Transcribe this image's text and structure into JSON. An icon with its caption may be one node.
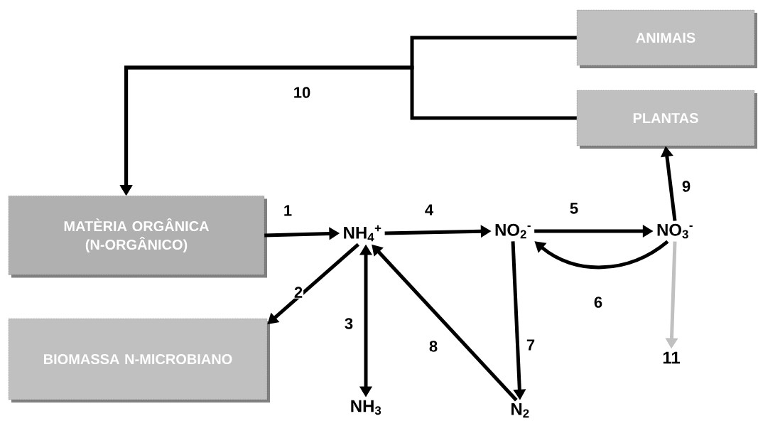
{
  "diagram": {
    "nodes": [
      {
        "text": [
          "ANIMAIS"
        ]
      },
      {
        "text": [
          "PLANTAS"
        ]
      },
      {
        "text": [
          "MATÈRIA ORGÂNICA (N-ORGÂNICO)"
        ]
      },
      {
        "text": [
          "NH$_{4}$$^{+}$"
        ]
      },
      {
        "text": [
          "NO$_{2}$$^{-}$"
        ]
      },
      {
        "text": [
          "NO$_{3}$$^{-}$"
        ]
      },
      {
        "text": [
          "BIOMASSA N-MICROBIANO"
        ]
      },
      {
        "text": [
          "11"
        ]
      },
      {
        "text": [
          "NH$_{3}$"
        ]
      },
      {
        "text": [
          "N$_{2}$"
        ]
      }
    ],
    "edges": [
      {
        "from": 2,
        "to": 3,
        "arrow": "to",
        "label": "1"
      },
      {
        "from": 3,
        "to": 6,
        "arrow": "to",
        "label": "2"
      },
      {
        "from": 3,
        "to": 8,
        "arrow": "both",
        "label": "3"
      },
      {
        "from": 3,
        "to": 4,
        "arrow": "to",
        "label": "4"
      },
      {
        "from": 4,
        "to": 5,
        "arrow": "to",
        "label": "5"
      },
      {
        "from": 5,
        "to": 4,
        "arrow": "to",
        "label": "6"
      },
      {
        "from": 4,
        "to": 9,
        "arrow": "to",
        "label": "7"
      },
      {
        "from": 9,
        "to": 3,
        "arrow": "to",
        "label": "8"
      },
      {
        "from": 5,
        "to": 1,
        "arrow": "to",
        "label": "9"
      },
      {
        "from": 0,
        "to": 2,
        "arrow": "to",
        "label": "10"
      },
      {
        "from": 1,
        "to": 2,
        "arrow": "to"
      },
      {
        "from": 5,
        "to": 7,
        "arrow": "to",
        "color": "#c0c0c0"
      }
    ]
  }
}
